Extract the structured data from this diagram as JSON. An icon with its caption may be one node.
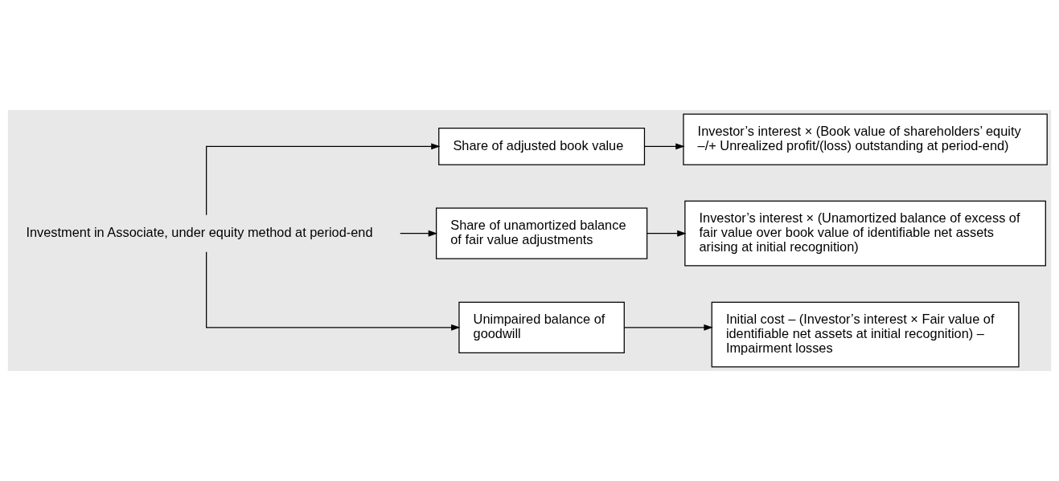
{
  "diagram": {
    "nodes": [
      {
        "text": [
          "Investment in Associate, under equity method at period-end"
        ]
      },
      {
        "text": [
          "Share of adjusted book value"
        ]
      },
      {
        "text": [
          "Share of unamortized balance of fair value adjustments"
        ]
      },
      {
        "text": [
          "Unimpaired balance of goodwill"
        ]
      },
      {
        "text": [
          "Investor’s interest × (Book value of shareholders’ equity –/+ Unrealized profit/(loss) outstanding at period-end)"
        ]
      },
      {
        "text": [
          "Investor’s interest × (Unamortized balance of excess of fair value over book value of identifiable net assets arising at initial recognition)"
        ]
      },
      {
        "text": [
          "Initial cost – (Investor’s interest × Fair value of identifiable net assets at initial recognition) – Impairment losses"
        ]
      }
    ],
    "edges": [
      {
        "from": 0,
        "to": 1,
        "arrow": "to"
      },
      {
        "from": 0,
        "to": 2,
        "arrow": "to"
      },
      {
        "from": 0,
        "to": 3,
        "arrow": "to"
      },
      {
        "from": 1,
        "to": 4,
        "arrow": "to"
      },
      {
        "from": 2,
        "to": 5,
        "arrow": "to"
      },
      {
        "from": 3,
        "to": 6,
        "arrow": "to"
      }
    ]
  }
}
